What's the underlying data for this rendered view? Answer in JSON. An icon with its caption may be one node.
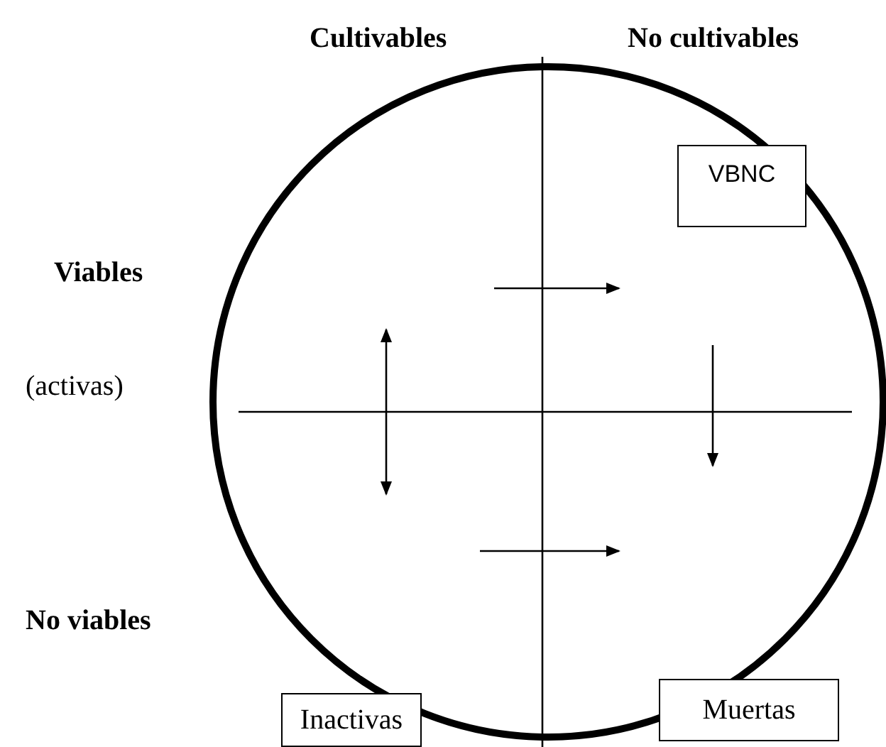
{
  "diagram": {
    "nodes": [
      {
        "text": [
          "VBNC"
        ]
      },
      {
        "text": [
          "Inactivas"
        ]
      },
      {
        "text": [
          "Muertas"
        ]
      }
    ],
    "labels": [
      "Cultivables",
      "No cultivables",
      "Viables",
      "(activas)",
      "No viables"
    ]
  }
}
